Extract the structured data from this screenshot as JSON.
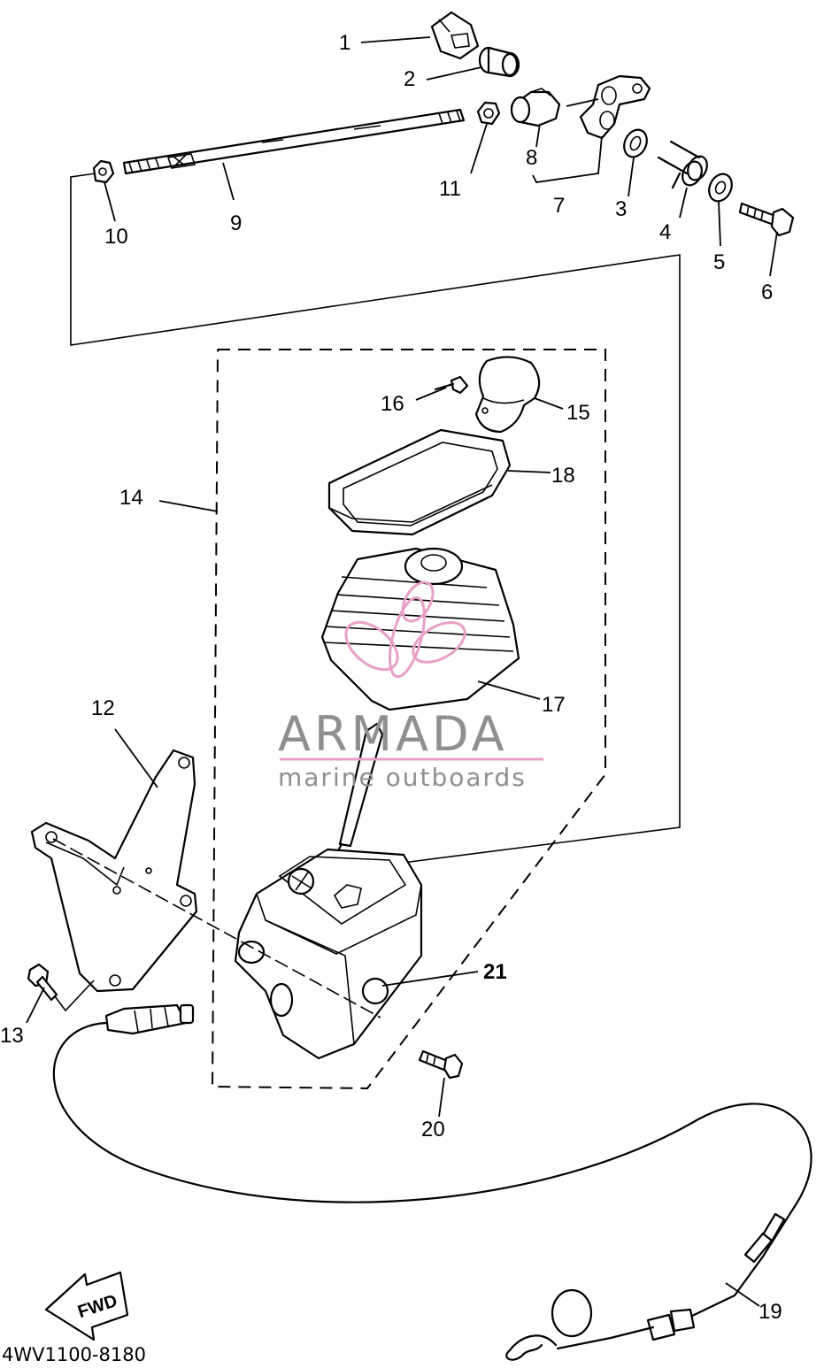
{
  "diagram_code": "4WV1100-8180",
  "watermark": {
    "brand": "ARMADA",
    "tagline": "marine outboards",
    "accent_color": "#e8a0c8",
    "text_color": "#8f8f8f"
  },
  "fwd_arrow_label": "FWD",
  "callouts": {
    "c1": "1",
    "c2": "2",
    "c3": "3",
    "c4": "4",
    "c5": "5",
    "c6": "6",
    "c7": "7",
    "c8": "8",
    "c9": "9",
    "c10": "10",
    "c11": "11",
    "c12": "12",
    "c13": "13",
    "c14": "14",
    "c15": "15",
    "c16": "16",
    "c17": "17",
    "c18": "18",
    "c19": "19",
    "c20": "20",
    "c21": "21"
  }
}
